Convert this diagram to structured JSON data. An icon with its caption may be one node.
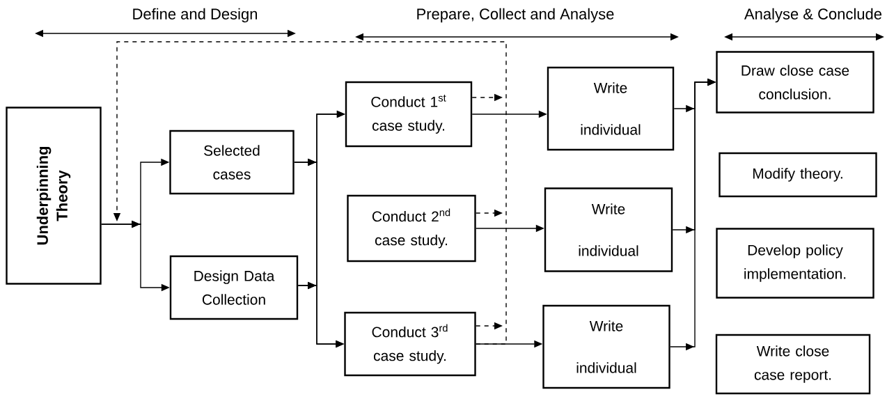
{
  "diagram": {
    "nodes": [
      {
        "text": [
          "**Underpinning Theory**"
        ]
      },
      {
        "text": [
          "Selected cases"
        ]
      },
      {
        "text": [
          "Design Data Collection"
        ]
      },
      {
        "text": [
          "Conduct 1$^{st}$ case study."
        ]
      },
      {
        "text": [
          "Conduct 2$^{nd}$ case study."
        ]
      },
      {
        "text": [
          "Conduct 3$^{rd}$ case study."
        ]
      },
      {
        "text": [
          "Write individual"
        ]
      },
      {
        "text": [
          "Write individual"
        ]
      },
      {
        "text": [
          "Write individual"
        ]
      },
      {
        "text": [
          "Draw close case conclusion."
        ]
      },
      {
        "text": [
          "Modify theory."
        ]
      },
      {
        "text": [
          "Develop policy implementation."
        ]
      },
      {
        "text": [
          "Write close case report."
        ]
      }
    ],
    "edges": [
      {
        "from": 0,
        "to": 1,
        "arrow": "to"
      },
      {
        "from": 0,
        "to": 2,
        "arrow": "to"
      },
      {
        "from": 1,
        "to": 3,
        "arrow": "to"
      },
      {
        "from": 1,
        "to": 5,
        "arrow": "to"
      },
      {
        "from": 2,
        "to": 3,
        "arrow": "to"
      },
      {
        "from": 2,
        "to": 5,
        "arrow": "to"
      },
      {
        "from": 3,
        "to": 6,
        "arrow": "to"
      },
      {
        "from": 4,
        "to": 7,
        "arrow": "to"
      },
      {
        "from": 5,
        "to": 8,
        "arrow": "to"
      },
      {
        "from": 6,
        "to": 9,
        "arrow": "to"
      },
      {
        "from": 7,
        "to": 9,
        "arrow": "to"
      },
      {
        "from": 8,
        "to": 9,
        "arrow": "to"
      },
      {
        "from": 3,
        "to": null,
        "arrow": "to",
        "style": "dashed"
      },
      {
        "from": 4,
        "to": null,
        "arrow": "to",
        "style": "dashed"
      },
      {
        "from": 5,
        "to": null,
        "arrow": "to",
        "style": "dashed"
      },
      {
        "from": 5,
        "to": null,
        "arrow": "to",
        "style": "dashed"
      }
    ],
    "labels": [
      "Define and Design",
      "Prepare, Collect and Analyse",
      "Analyse & Conclude"
    ]
  }
}
